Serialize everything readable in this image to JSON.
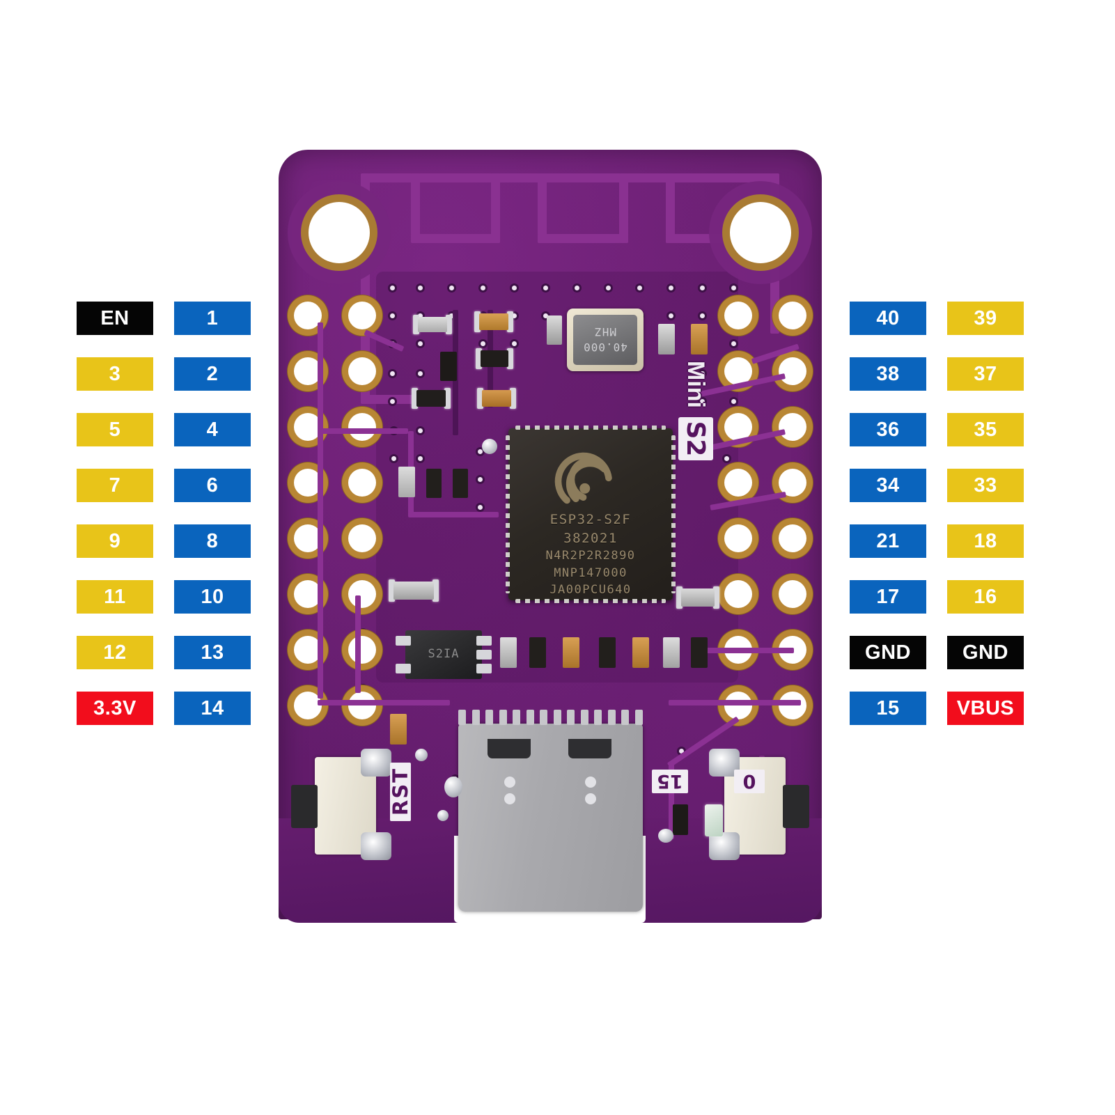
{
  "image": {
    "subject": "LOLIN S2 Mini ESP32-S2 development board pinout diagram",
    "background_color": "#ffffff"
  },
  "colors": {
    "blue": "#0a64bd",
    "yellow": "#e8c419",
    "black": "#050505",
    "red": "#f20d1c",
    "pcb_purple": "#6a1f72",
    "pad_gold": "#b88634",
    "usb_gray": "#a9a9ad"
  },
  "pin_labels": {
    "left_outer": [
      {
        "text": "EN",
        "color": "black"
      },
      {
        "text": "3",
        "color": "yellow"
      },
      {
        "text": "5",
        "color": "yellow"
      },
      {
        "text": "7",
        "color": "yellow"
      },
      {
        "text": "9",
        "color": "yellow"
      },
      {
        "text": "11",
        "color": "yellow"
      },
      {
        "text": "12",
        "color": "yellow"
      },
      {
        "text": "3.3V",
        "color": "red"
      }
    ],
    "left_inner": [
      {
        "text": "1",
        "color": "blue"
      },
      {
        "text": "2",
        "color": "blue"
      },
      {
        "text": "4",
        "color": "blue"
      },
      {
        "text": "6",
        "color": "blue"
      },
      {
        "text": "8",
        "color": "blue"
      },
      {
        "text": "10",
        "color": "blue"
      },
      {
        "text": "13",
        "color": "blue"
      },
      {
        "text": "14",
        "color": "blue"
      }
    ],
    "right_inner": [
      {
        "text": "40",
        "color": "blue"
      },
      {
        "text": "38",
        "color": "blue"
      },
      {
        "text": "36",
        "color": "blue"
      },
      {
        "text": "34",
        "color": "blue"
      },
      {
        "text": "21",
        "color": "blue"
      },
      {
        "text": "17",
        "color": "blue"
      },
      {
        "text": "GND",
        "color": "black"
      },
      {
        "text": "15",
        "color": "blue"
      }
    ],
    "right_outer": [
      {
        "text": "39",
        "color": "yellow"
      },
      {
        "text": "37",
        "color": "yellow"
      },
      {
        "text": "35",
        "color": "yellow"
      },
      {
        "text": "33",
        "color": "yellow"
      },
      {
        "text": "18",
        "color": "yellow"
      },
      {
        "text": "16",
        "color": "yellow"
      },
      {
        "text": "GND",
        "color": "black"
      },
      {
        "text": "VBUS",
        "color": "red"
      }
    ]
  },
  "board": {
    "soc": {
      "line1": "ESP32-S2F",
      "line2": "382021",
      "line3": "N4R2P2R2890",
      "line4": "MNP147000",
      "line5": "JA00PCU640"
    },
    "crystal": {
      "line1": "MHZ",
      "line2": "40.000"
    },
    "silkscreen": {
      "board_name_part1": "S2",
      "board_name_part2": "Mini",
      "reset_label": "RST",
      "pin15_label": "15",
      "button0_label": "0"
    },
    "regulator": {
      "marking": "S2IA"
    }
  }
}
